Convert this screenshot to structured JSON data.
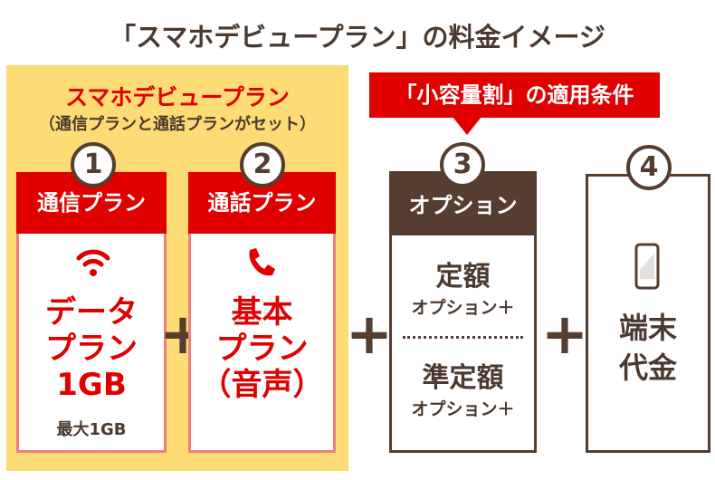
{
  "title": "「スマホデビュープラン」の料金イメージ",
  "panel": {
    "title": "スマホデビュープラン",
    "subtitle": "（通信プランと通話プランがセット）"
  },
  "tag": "「小容量割」の適用条件",
  "box1": {
    "num": "1",
    "header": "通信プラン",
    "lines": [
      "データ",
      "プラン",
      "1GB"
    ],
    "note": "最大1GB",
    "icon": "wifi-icon"
  },
  "box2": {
    "num": "2",
    "header": "通話プラン",
    "lines": [
      "基本",
      "プラン",
      "（音声）"
    ],
    "icon": "phone-icon"
  },
  "box3": {
    "num": "3",
    "header": "オプション",
    "opt1": "定額",
    "opt1sub": "オプション＋",
    "opt2": "準定額",
    "opt2sub": "オプション＋"
  },
  "box4": {
    "num": "4",
    "lines": [
      "端末",
      "代金"
    ],
    "icon": "smartphone-icon"
  },
  "plus": "+",
  "colors": {
    "red": "#e00000",
    "brown": "#553d30",
    "yellow": "#fddb75"
  }
}
